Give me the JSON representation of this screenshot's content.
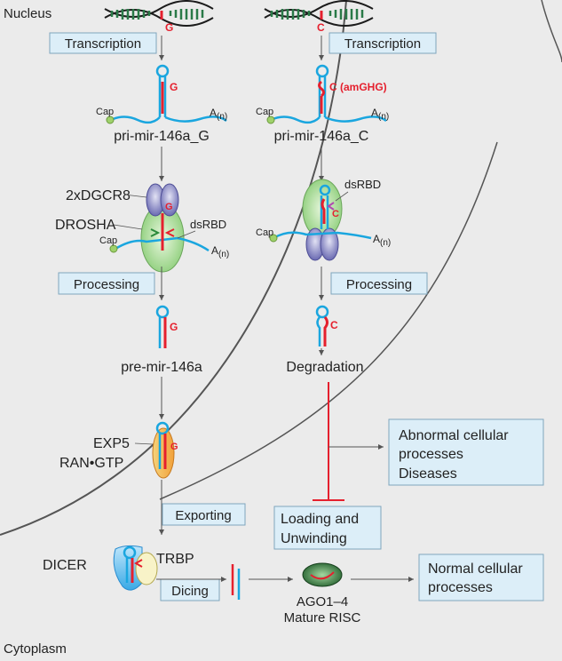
{
  "labels": {
    "nucleus": "Nucleus",
    "cytoplasm": "Cytoplasm",
    "transcription_left": "Transcription",
    "transcription_right": "Transcription",
    "base_g_top": "G",
    "base_c_top": "C",
    "base_g_hairpin": "G",
    "base_c_hairpin": "C (amGHG)",
    "cap_left": "Cap",
    "cap_right": "Cap",
    "cap_drosha_left": "Cap",
    "cap_drosha_right": "Cap",
    "polya_1": "A",
    "polya_1_sub": "(n)",
    "polya_2": "A",
    "polya_2_sub": "(n)",
    "polya_3": "A",
    "polya_3_sub": "(n)",
    "polya_4": "A",
    "polya_4_sub": "(n)",
    "pri_left": "pri-mir-146a_G",
    "pri_right": "pri-mir-146a_C",
    "dgcr8": "2xDGCR8",
    "drosha": "DROSHA",
    "dsrbd_left": "dsRBD",
    "dsrbd_right": "dsRBD",
    "base_g_drosha": "G",
    "base_c_drosha": "C",
    "processing_left": "Processing",
    "processing_right": "Processing",
    "base_g_pre": "G",
    "base_c_pre": "C",
    "pre_mir": "pre-mir-146a",
    "degradation": "Degradation",
    "exp5": "EXP5",
    "ran_gtp": "RAN•GTP",
    "base_g_exp": "G",
    "abnormal_1": "Abnormal cellular",
    "abnormal_2": "processes",
    "abnormal_3": "Diseases",
    "exporting": "Exporting",
    "loading_1": "Loading and",
    "loading_2": "Unwinding",
    "dicer": "DICER",
    "trbp": "TRBP",
    "dicing": "Dicing",
    "ago": "AGO1–4",
    "risc": "Mature RISC",
    "normal_1": "Normal cellular",
    "normal_2": "processes"
  }
}
